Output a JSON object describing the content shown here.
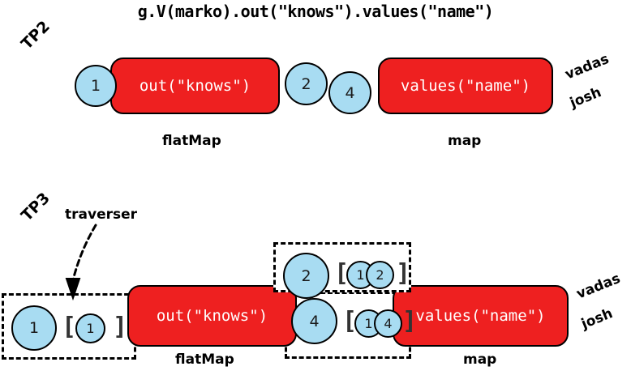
{
  "title": "g.V(marko).out(\"knows\").values(\"name\")",
  "rows": {
    "tp2": {
      "label": "TP2",
      "start_circle": "1",
      "step1": "out(\"knows\")",
      "mid_circle_a": "2",
      "mid_circle_b": "4",
      "step2": "values(\"name\")",
      "caption1": "flatMap",
      "caption2": "map",
      "out1": "vadas",
      "out2": "josh"
    },
    "tp3": {
      "label": "TP3",
      "traverser_label": "traverser",
      "left_box": {
        "big": "1",
        "open": "[",
        "path": [
          "1"
        ],
        "close": "]"
      },
      "step1": "out(\"knows\")",
      "upper_box": {
        "big": "2",
        "open": "[",
        "path": [
          "1",
          "2"
        ],
        "close": "]"
      },
      "lower_box": {
        "big": "4",
        "open": "[",
        "path": [
          "1",
          "4"
        ],
        "close": "]"
      },
      "step2": "values(\"name\")",
      "caption1": "flatMap",
      "caption2": "map",
      "out1": "vadas",
      "out2": "josh"
    }
  },
  "colors": {
    "step_fill": "#ee2020",
    "circle_fill": "#a8dcf2",
    "stroke": "#000000",
    "step_text": "#ffffff"
  }
}
